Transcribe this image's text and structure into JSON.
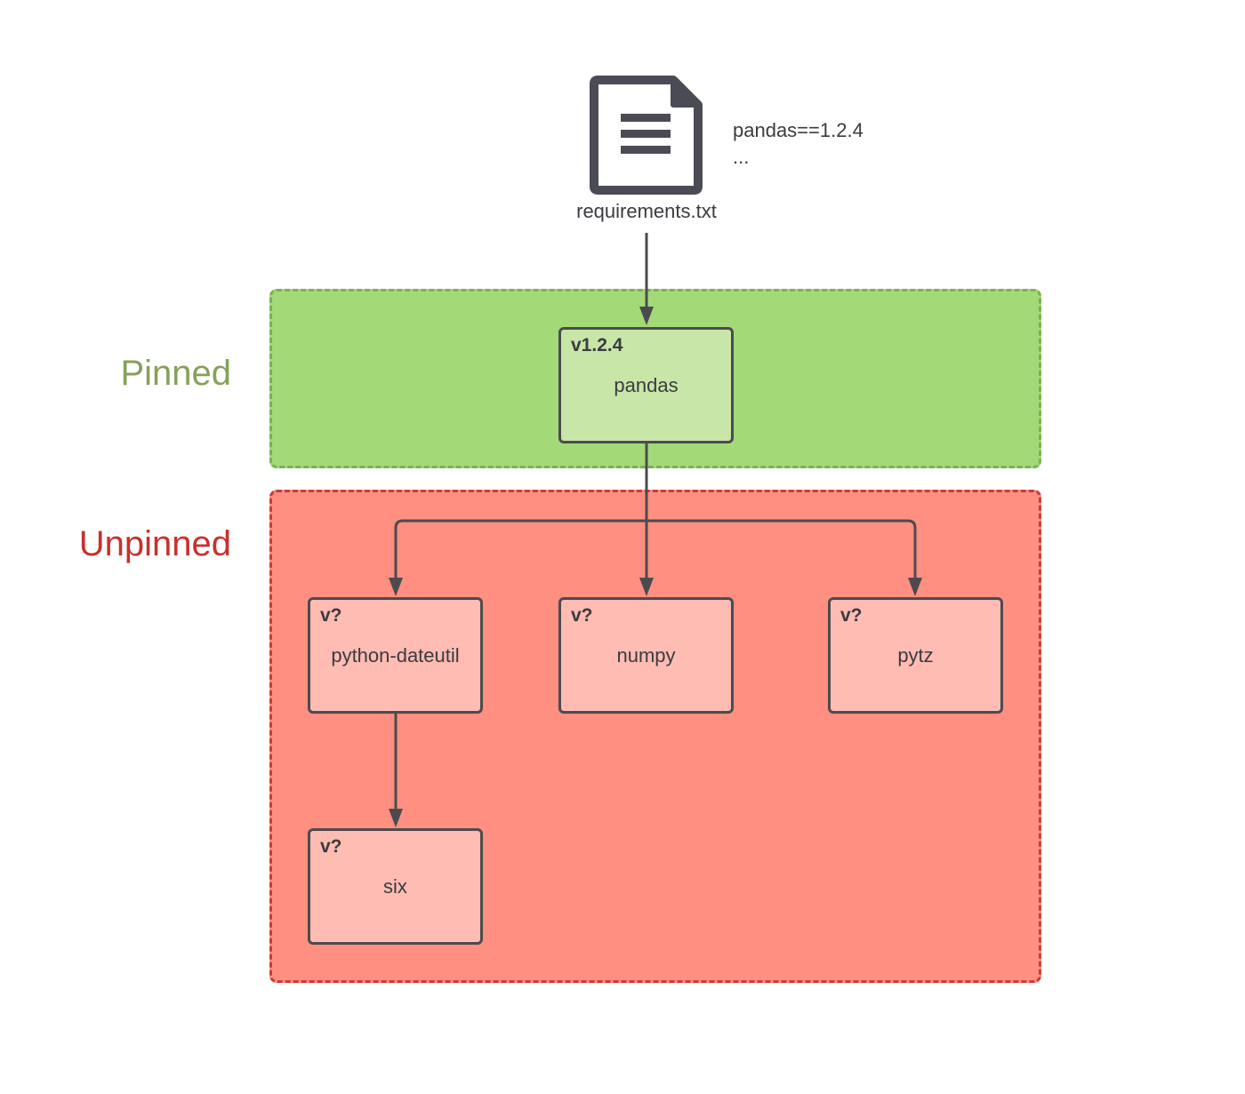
{
  "requirements_file": {
    "icon": "document-icon",
    "filename": "requirements.txt",
    "content_lines": [
      "pandas==1.2.4",
      "..."
    ]
  },
  "regions": {
    "pinned": {
      "label": "Pinned",
      "color": "#a3d977",
      "label_color": "#86a15a"
    },
    "unpinned": {
      "label": "Unpinned",
      "color": "#ff8f80",
      "label_color": "#c9302c"
    }
  },
  "nodes": {
    "pandas": {
      "version": "v1.2.4",
      "name": "pandas"
    },
    "python_dateutil": {
      "version": "v?",
      "name": "python-dateutil"
    },
    "numpy": {
      "version": "v?",
      "name": "numpy"
    },
    "pytz": {
      "version": "v?",
      "name": "pytz"
    },
    "six": {
      "version": "v?",
      "name": "six"
    }
  },
  "edges": [
    {
      "from": "requirements.txt",
      "to": "pandas"
    },
    {
      "from": "pandas",
      "to": "python-dateutil"
    },
    {
      "from": "pandas",
      "to": "numpy"
    },
    {
      "from": "pandas",
      "to": "pytz"
    },
    {
      "from": "python-dateutil",
      "to": "six"
    }
  ]
}
